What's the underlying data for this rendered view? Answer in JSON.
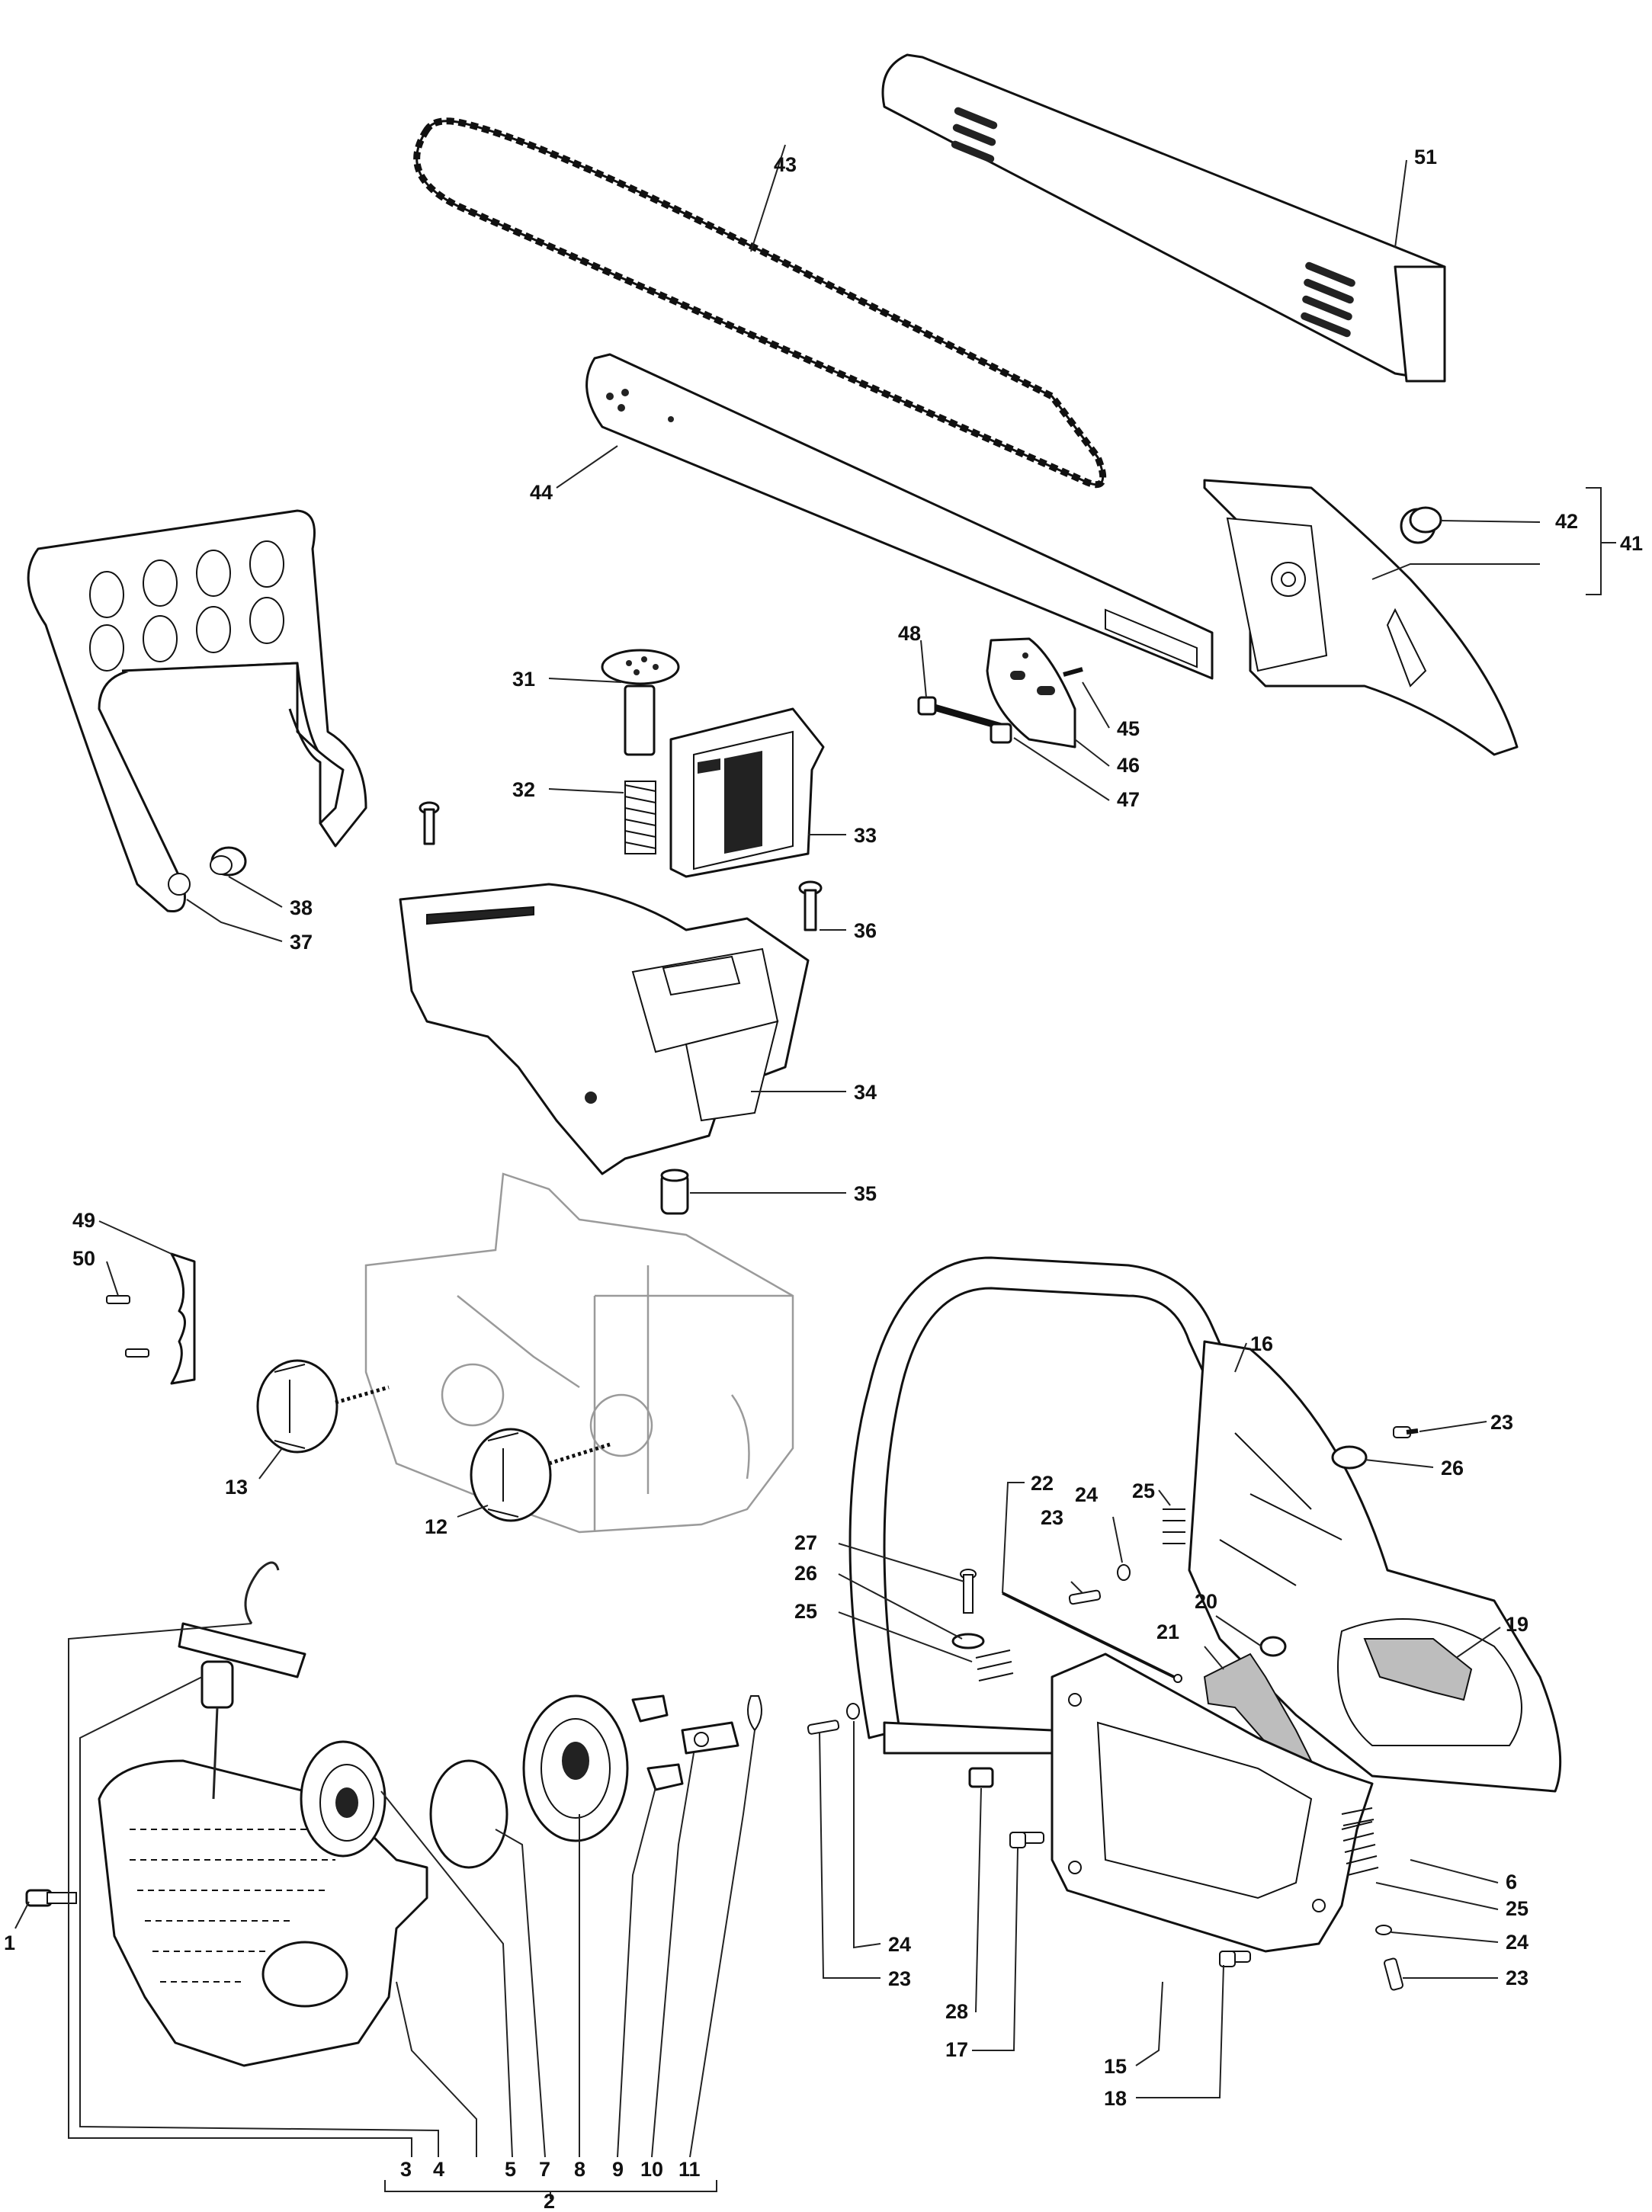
{
  "callouts": {
    "c1": "1",
    "c2": "2",
    "c3": "3",
    "c4": "4",
    "c5": "5",
    "c6": "6",
    "c7": "7",
    "c8": "8",
    "c9": "9",
    "c10": "10",
    "c11": "11",
    "c12": "12",
    "c13": "13",
    "c15": "15",
    "c16": "16",
    "c17": "17",
    "c18": "18",
    "c19": "19",
    "c20": "20",
    "c21": "21",
    "c22": "22",
    "c23a": "23",
    "c23b": "23",
    "c23c": "23",
    "c23d": "23",
    "c24a": "24",
    "c24b": "24",
    "c24c": "24",
    "c25a": "25",
    "c25b": "25",
    "c25c": "25",
    "c26a": "26",
    "c26b": "26",
    "c27": "27",
    "c28": "28",
    "c31": "31",
    "c32": "32",
    "c33": "33",
    "c34": "34",
    "c35": "35",
    "c36": "36",
    "c37": "37",
    "c38": "38",
    "c41": "41",
    "c42": "42",
    "c43": "43",
    "c44": "44",
    "c45": "45",
    "c46": "46",
    "c47": "47",
    "c48": "48",
    "c49": "49",
    "c50": "50",
    "c51": "51"
  }
}
